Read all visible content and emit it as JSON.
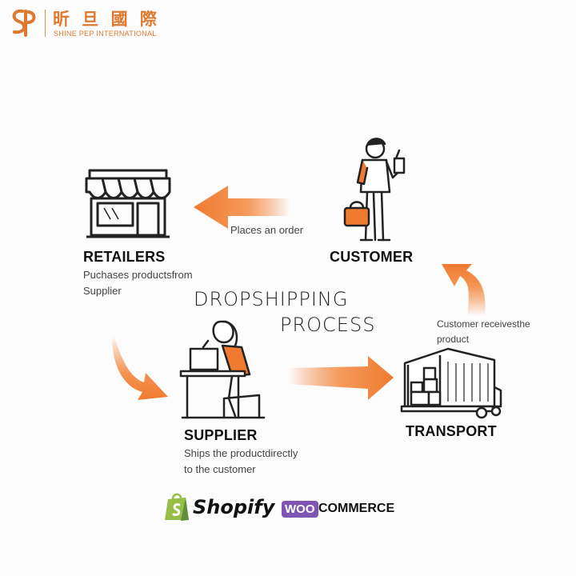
{
  "brand": {
    "mark": "SP",
    "name_cn": "昕 旦 國 際",
    "name_en": "SHINE PEP INTERNATIONAL"
  },
  "title": {
    "line1": "DROPSHIPPING",
    "line2": "PROCESS"
  },
  "nodes": {
    "retailers": {
      "label": "RETAILERS",
      "desc_line1": "Puchases productsfrom",
      "desc_line2": "Supplier"
    },
    "customer": {
      "label": "CUSTOMER"
    },
    "supplier": {
      "label": "SUPPLIER",
      "desc_line1": "Ships the productdirectly",
      "desc_line2": "to the customer"
    },
    "transport": {
      "label": "TRANSPORT"
    }
  },
  "edges": {
    "customer_to_retailers": "Places an order",
    "transport_to_customer_line1": "Customer receivesthe",
    "transport_to_customer_line2": "product"
  },
  "platforms": {
    "shopify": "Shopify",
    "woo": "WOO",
    "commerce": "COMMERCE"
  },
  "colors": {
    "accent": "#f07a30",
    "line": "#222222"
  },
  "icons": [
    "storefront-icon",
    "customer-person-icon",
    "supplier-person-icon",
    "warehouse-truck-icon",
    "shopify-bag-icon",
    "woocommerce-icon"
  ]
}
